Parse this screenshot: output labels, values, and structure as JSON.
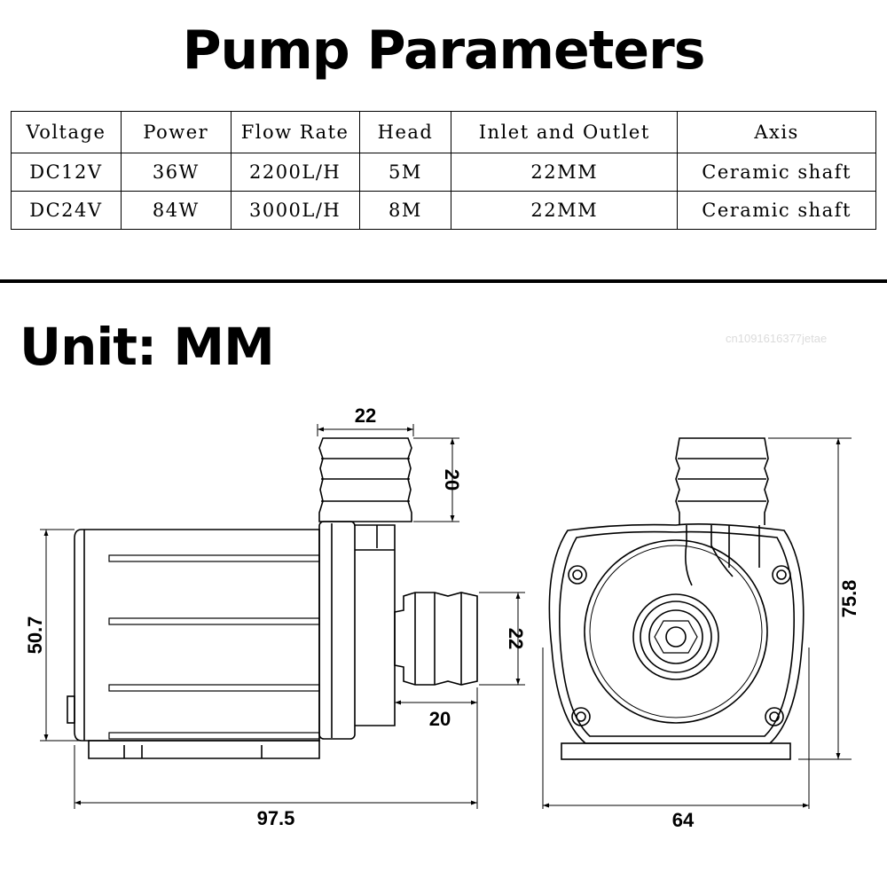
{
  "title": "Pump Parameters",
  "table": {
    "headers": [
      "Voltage",
      "Power",
      "Flow Rate",
      "Head",
      "Inlet and Outlet",
      "Axis"
    ],
    "rows": [
      [
        "DC12V",
        "36W",
        "2200L/H",
        "5M",
        "22MM",
        "Ceramic shaft"
      ],
      [
        "DC24V",
        "84W",
        "3000L/H",
        "8M",
        "22MM",
        "Ceramic shaft"
      ]
    ]
  },
  "unit_label": "Unit: MM",
  "watermark": "cn1091616377jetae",
  "dimensions": {
    "outlet_width": "22",
    "outlet_height": "20",
    "body_height": "50.7",
    "inlet_diameter": "22",
    "inlet_length": "20",
    "total_length": "97.5",
    "total_height": "75.8",
    "front_width": "64"
  }
}
